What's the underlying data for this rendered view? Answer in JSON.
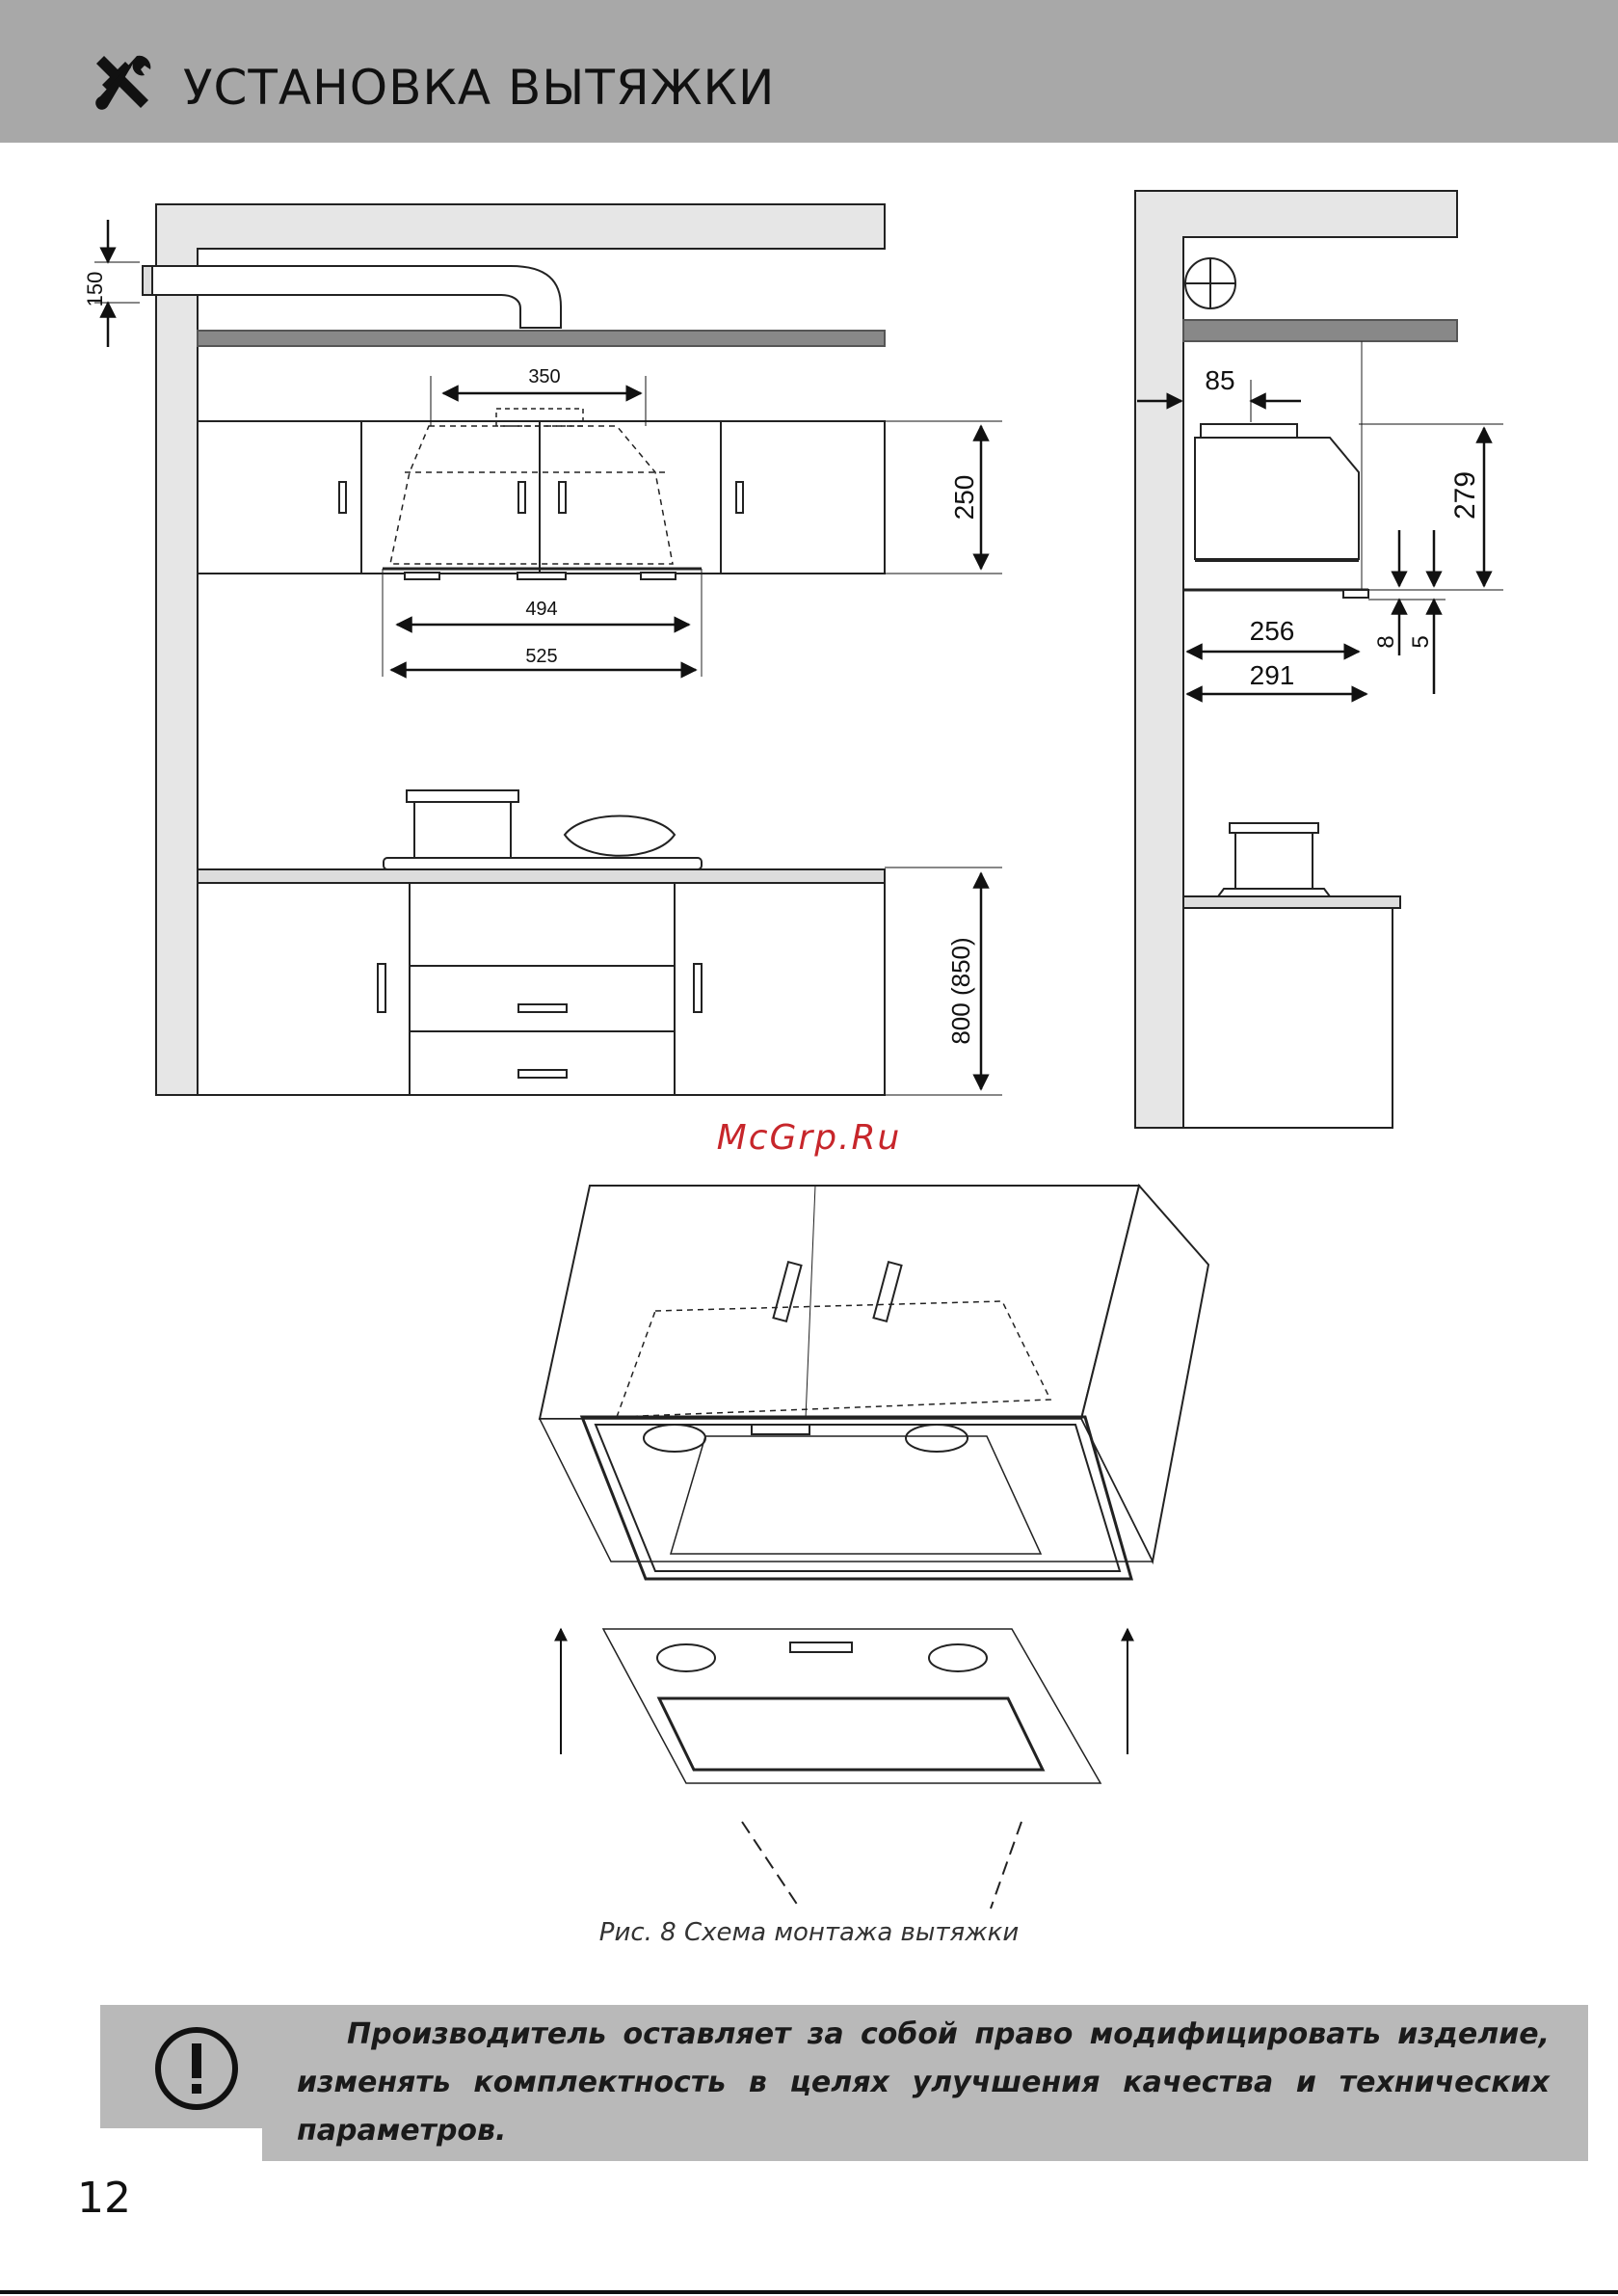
{
  "header": {
    "title": "УСТАНОВКА ВЫТЯЖКИ",
    "icon": "tools-icon",
    "background": "#a8a8a8"
  },
  "front_view": {
    "dim_duct_height": "150",
    "dim_duct_width": "350",
    "dim_cabinet_height": "250",
    "dim_inner_width": "494",
    "dim_outer_width": "525",
    "dim_counter_height": "800 (850)"
  },
  "side_view": {
    "dim_wall_offset": "85",
    "dim_height": "279",
    "dim_depth_inner": "256",
    "dim_depth_outer": "291",
    "dim_gap_8": "8",
    "dim_gap_5": "5"
  },
  "watermark": "McGrp.Ru",
  "caption": "Рис. 8 Схема монтажа вытяжки",
  "notice": {
    "icon": "exclamation-icon",
    "text": "Производитель оставляет за собой право модифицировать изделие, изменять комплектность в целях улучшения качества и технических параметров."
  },
  "page_number": "12"
}
